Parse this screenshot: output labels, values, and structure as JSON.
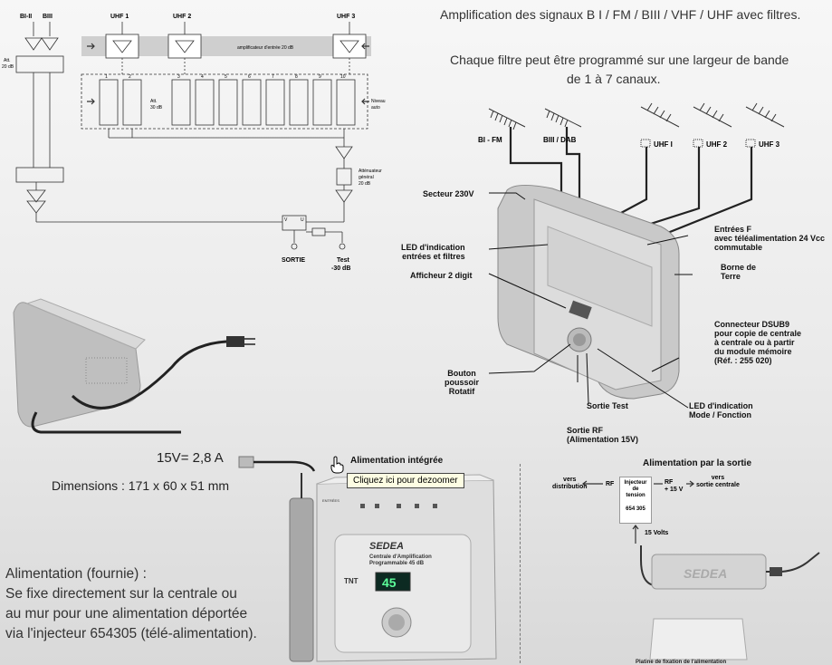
{
  "header": {
    "line1": "Amplification des signaux B I / FM / BIII / VHF / UHF avec filtres.",
    "line2a": "Chaque filtre peut être programmé sur une largeur de bande",
    "line2b": "de 1 à 7 canaux."
  },
  "schematic": {
    "bii": "BI-II",
    "biii": "BIII",
    "uhf1": "UHF 1",
    "uhf2": "UHF 2",
    "uhf3": "UHF 3",
    "att_left_a": "Att.",
    "att_left_b": "20 dB",
    "amp_entree": "amplificateur d'entrée 20 dB",
    "att30_a": "Att.",
    "att30_b": "30 dB",
    "niveau_a": "Niveau",
    "niveau_b": "auto",
    "attenuateur_a": "Atténuateur",
    "attenuateur_b": "général",
    "attenuateur_c": "20 dB",
    "sortie": "SORTIE",
    "test_a": "Test",
    "test_b": "-30 dB",
    "v": "V",
    "u": "U",
    "filters": [
      "1",
      "2",
      "3",
      "4",
      "5",
      "6",
      "7",
      "8",
      "9",
      "10"
    ]
  },
  "device": {
    "secteur": "Secteur 230V",
    "led_entrees_a": "LED d'indication",
    "led_entrees_b": "entrées et filtres",
    "afficheur": "Afficheur 2 digit",
    "bouton_a": "Bouton",
    "bouton_b": "poussoir",
    "bouton_c": "Rotatif",
    "sortie_test": "Sortie Test",
    "sortie_rf_a": "Sortie RF",
    "sortie_rf_b": "(Alimentation 15V)",
    "led_mode_a": "LED d'indication",
    "led_mode_b": "Mode / Fonction",
    "connecteur_a": "Connecteur DSUB9",
    "connecteur_b": "pour copie de centrale",
    "connecteur_c": "à centrale ou à partir",
    "connecteur_d": "du module mémoire",
    "connecteur_e": "(Réf. : 255 020)",
    "borne_a": "Borne de",
    "borne_b": "Terre",
    "entrees_a": "Entrées F",
    "entrees_b": "avec téléalimentation 24 Vcc",
    "entrees_c": "commutable",
    "ant_bifm": "BI - FM",
    "ant_biii": "BIII / DAB",
    "ant_uhf1": "UHF I",
    "ant_uhf2": "UHF 2",
    "ant_uhf3": "UHF 3"
  },
  "power": {
    "rating": "15V= 2,8 A",
    "dimensions": "Dimensions : 171 x 60 x 51 mm",
    "desc1": "Alimentation (fournie) :",
    "desc2": "Se fixe directement sur la centrale ou",
    "desc3": "au mur pour une alimentation déportée",
    "desc4": "via l'injecteur 654305 (télé-alimentation)."
  },
  "integrated": {
    "title": "Alimentation intégrée",
    "tooltip": "Cliquez ici pour dezoomer",
    "brand": "SEDEA",
    "product_a": "Centrale d'Amplification",
    "product_b": "Programmable 45 dB",
    "tnt": "TNT",
    "display": "45",
    "entrees": "ENTRÉES"
  },
  "sortie_power": {
    "title": "Alimentation par la sortie",
    "vers_dist_a": "vers",
    "vers_dist_b": "distribution",
    "rf_left": "RF",
    "inj_a": "Injecteur",
    "inj_b": "de",
    "inj_c": "tension",
    "inj_ref": "654 305",
    "rf_right": "RF",
    "plus15": "+ 15 V",
    "vers_centrale_a": "vers",
    "vers_centrale_b": "sortie centrale",
    "volts": "15 Volts",
    "brand": "SEDEA",
    "platine": "Platine de fixation de l'alimentation"
  }
}
